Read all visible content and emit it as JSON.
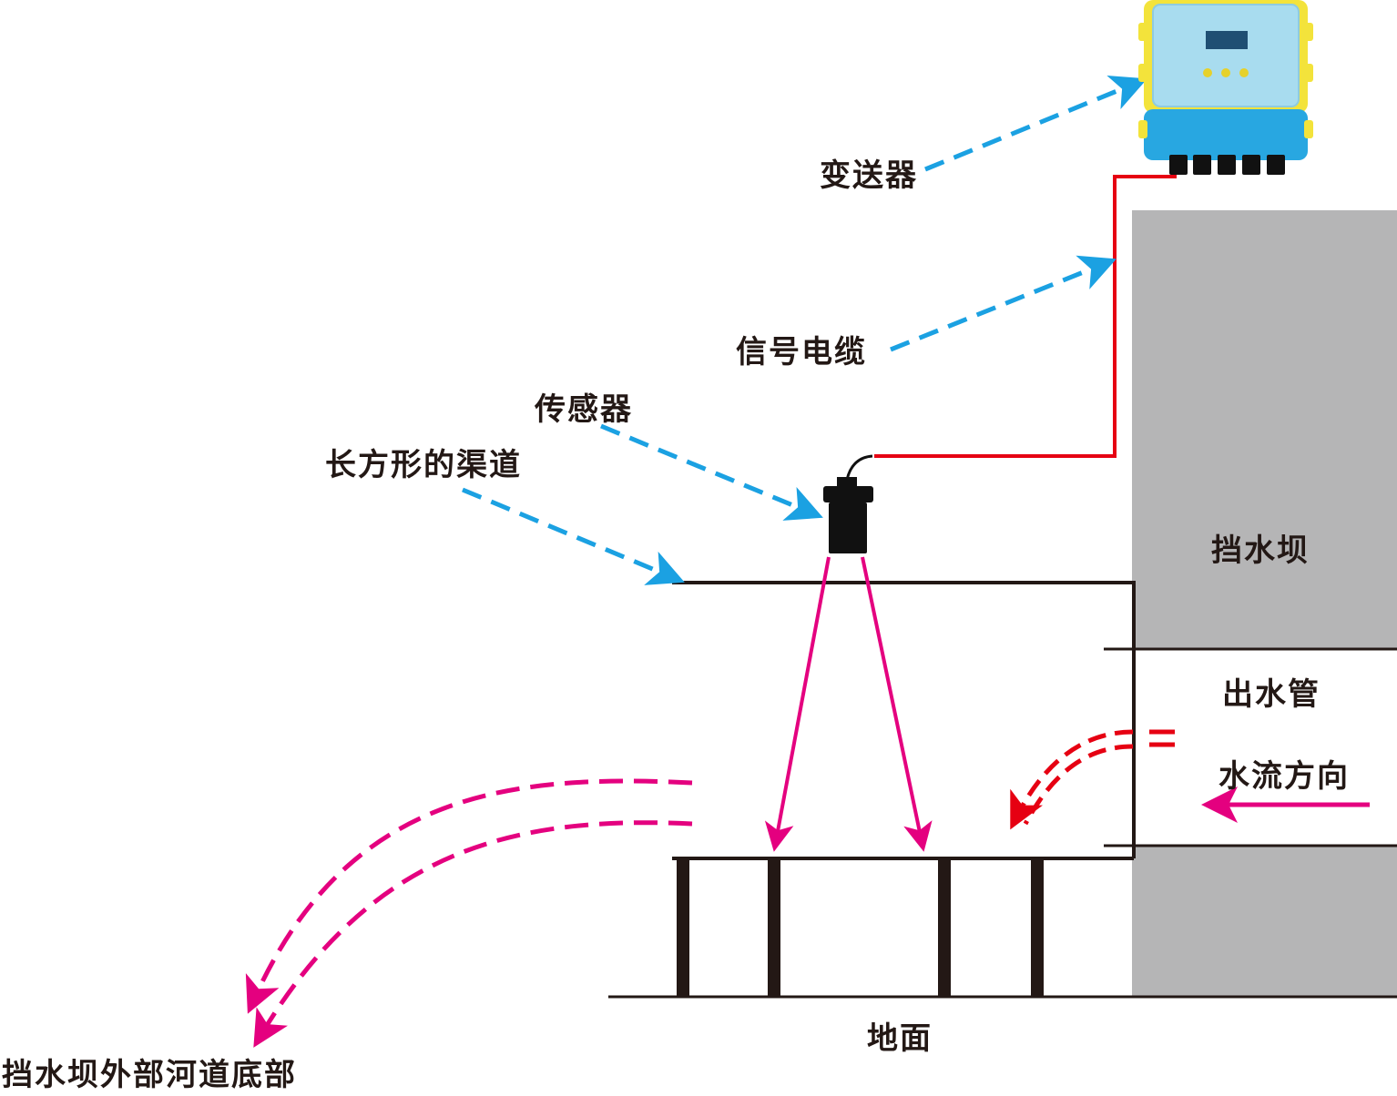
{
  "labels": {
    "transmitter": "变送器",
    "signal_cable": "信号电缆",
    "sensor": "传感器",
    "rect_channel": "长方形的渠道",
    "dam": "挡水坝",
    "outlet_pipe": "出水管",
    "flow_direction": "水流方向",
    "ground": "地面",
    "river_bottom": "挡水坝外部河道底部"
  },
  "colors": {
    "callout_arrow": "#1ba1e2",
    "signal_cable": "#e60012",
    "ultrasonic_beam": "#e4007f",
    "water_flow": "#e4007f",
    "outflow_red": "#e60012",
    "dam_fill": "#b5b5b6",
    "structure_line": "#231815",
    "transmitter_lid": "#a8dcef",
    "transmitter_body": "#28a7e1",
    "transmitter_frame": "#f3e33b",
    "sensor_body": "#111111"
  },
  "icons": {
    "transmitter": "transmitter-device-icon",
    "sensor": "ultrasonic-sensor-icon"
  }
}
